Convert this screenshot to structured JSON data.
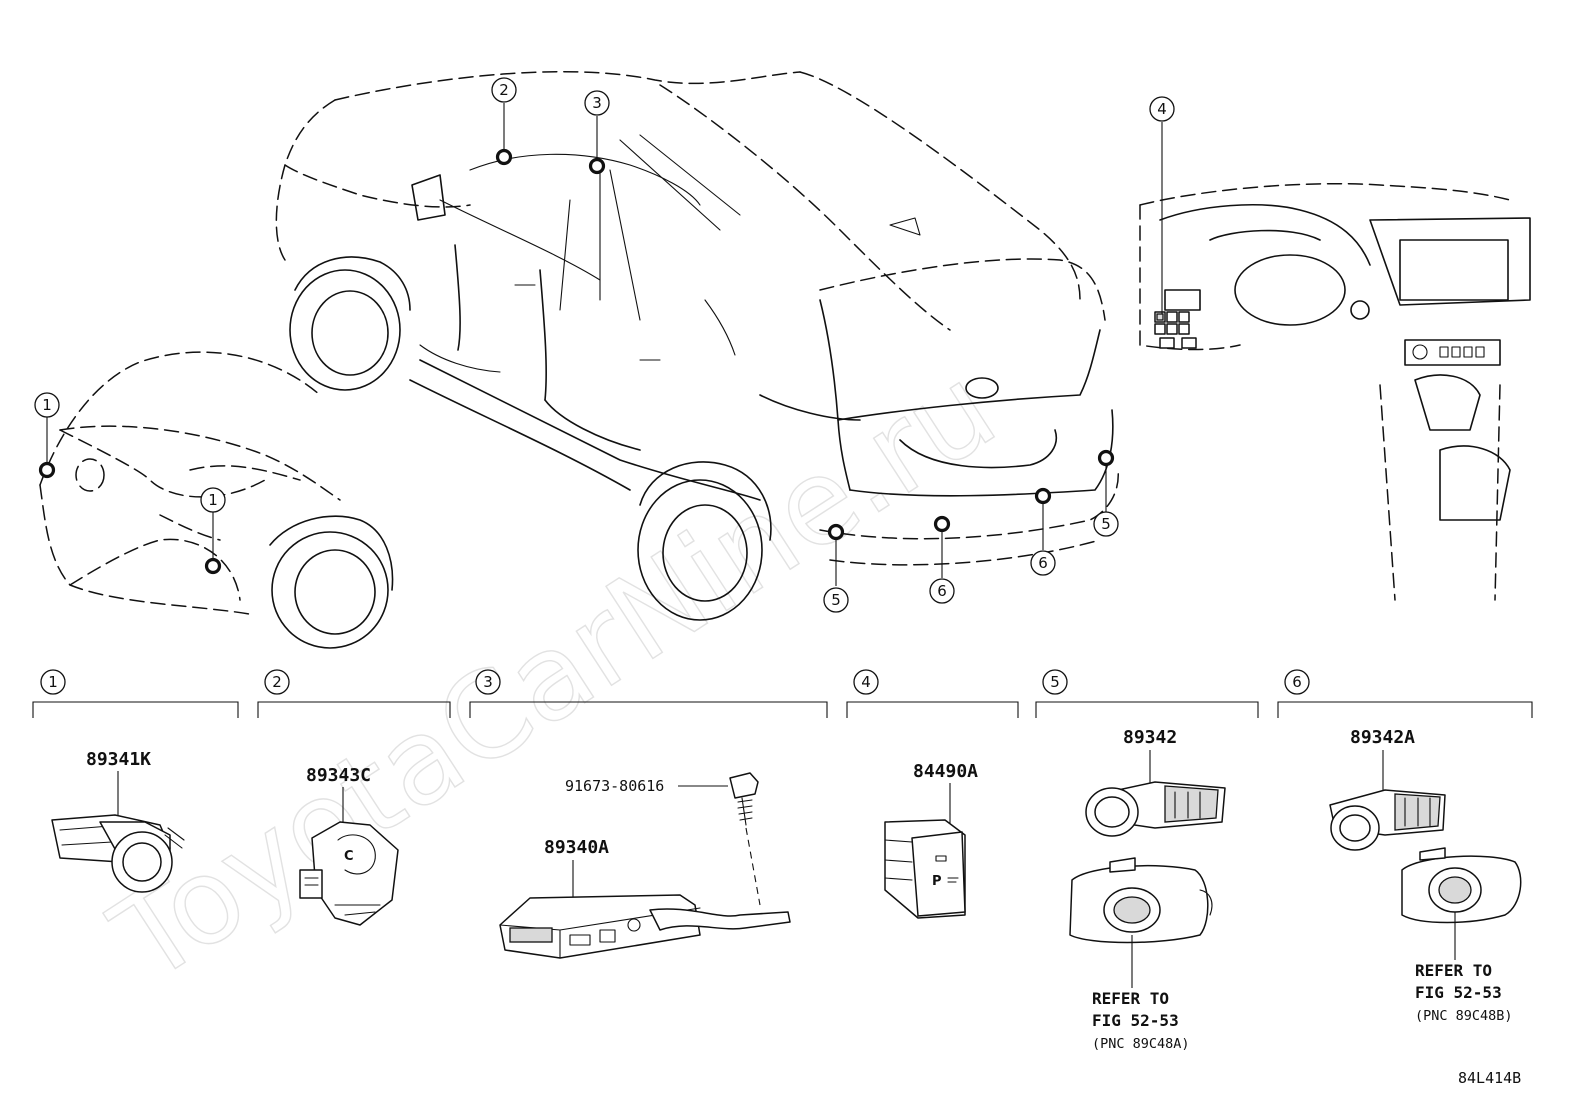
{
  "watermark": "ToyotaCarNine.ru",
  "figure_code": "84L414B",
  "callouts": {
    "c1": "1",
    "c2": "2",
    "c3": "3",
    "c4": "4",
    "c5": "5",
    "c6": "6"
  },
  "sections": [
    {
      "label": "1",
      "parts": [
        "89341K"
      ]
    },
    {
      "label": "2",
      "parts": [
        "89343C"
      ]
    },
    {
      "label": "3",
      "parts": [
        "89340A",
        "91673-80616"
      ]
    },
    {
      "label": "4",
      "parts": [
        "84490A"
      ]
    },
    {
      "label": "5",
      "parts": [
        "89342"
      ]
    },
    {
      "label": "6",
      "parts": [
        "89342A"
      ]
    }
  ],
  "parts": {
    "p1": "89341K",
    "p2": "89343C",
    "p3": "89340A",
    "p3_bolt": "91673-80616",
    "p4": "84490A",
    "p5": "89342",
    "p6": "89342A"
  },
  "switch_label": "P",
  "refs": {
    "r5_line1": "REFER TO",
    "r5_line2": "FIG 52-53",
    "r5_line3": "(PNC 89C48A)",
    "r6_line1": "REFER TO",
    "r6_line2": "FIG 52-53",
    "r6_line3": "(PNC 89C48B)"
  }
}
